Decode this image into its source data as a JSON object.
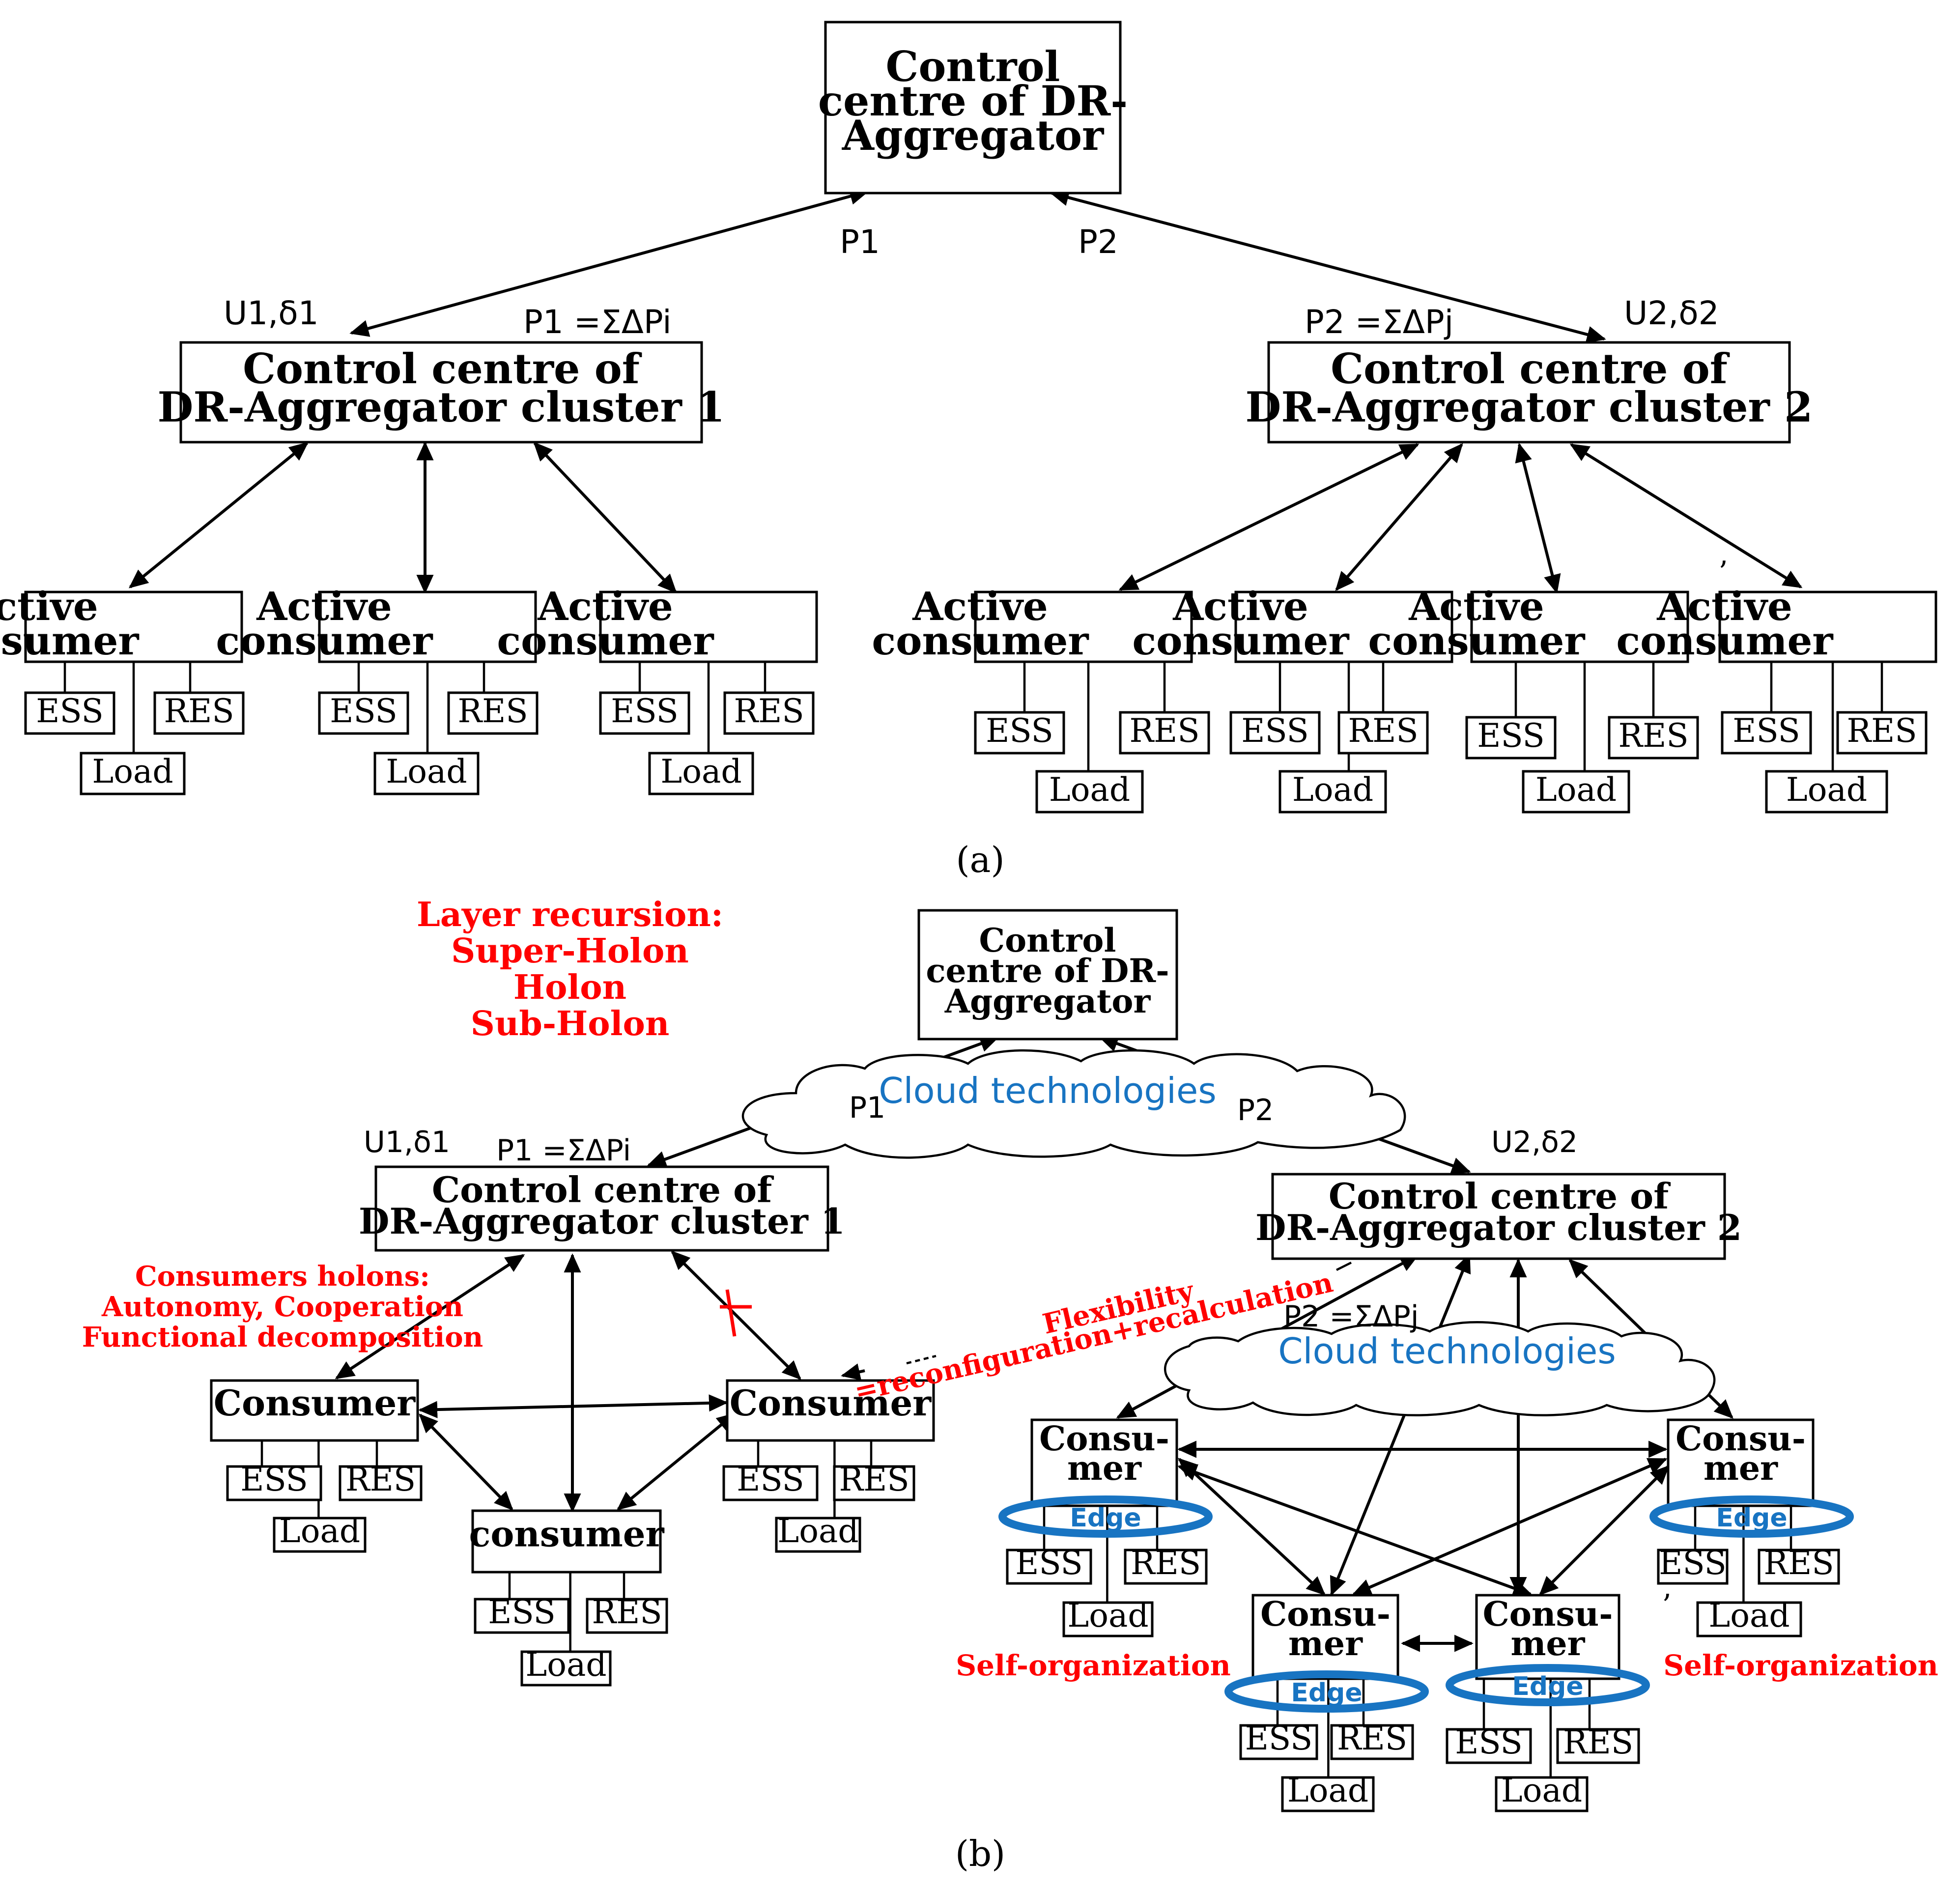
{
  "panel_a": {
    "top_lines": [
      "Control",
      "centre of DR-",
      "Aggregator"
    ],
    "p1": "P1",
    "p2": "P2",
    "u1": "U1,δ1",
    "u2": "U2,δ2",
    "p1_sum": "P1 =ΣΔPi",
    "p2_sum": "P2 =ΣΔPj",
    "cluster1": [
      "Control centre of",
      "DR-Aggregator cluster 1"
    ],
    "cluster2": [
      "Control centre of",
      "DR-Aggregator cluster 2"
    ],
    "consumer_lines": [
      "Active",
      "consumer"
    ],
    "ess": "ESS",
    "res": "RES",
    "load": "Load",
    "tick": "’",
    "caption": "(a)"
  },
  "panel_b": {
    "layer_lines": [
      "Layer recursion:",
      "Super-Holon",
      "Holon",
      "Sub-Holon"
    ],
    "top_lines": [
      "Control",
      "centre of DR-",
      "Aggregator"
    ],
    "cloud_label": "Cloud technologies",
    "p1": "P1",
    "p2": "P2",
    "u1": "U1,δ1",
    "u2": "U2,δ2",
    "p1_sum": "P1 =ΣΔPi",
    "p2_sum": "P2 =ΣΔPj",
    "cluster1": [
      "Control centre of",
      "DR-Aggregator cluster 1"
    ],
    "cluster2": [
      "Control centre of",
      "DR-Aggregator cluster 2"
    ],
    "holons_lines": [
      "Consumers holons:",
      "Autonomy, Cooperation",
      "Functional decomposition"
    ],
    "flexibility_lines": [
      "Flexibility",
      "=reconfiguration+recalculation"
    ],
    "consumer": "Consumer",
    "consumer_lower": "consumer",
    "consu_lines": [
      "Consu-",
      "mer"
    ],
    "edge": "Edge",
    "self_org": "Self-organization",
    "ess": "ESS",
    "res": "RES",
    "load": "Load",
    "tick": "’",
    "caption": "(b)"
  },
  "colors": {
    "red_text": "#ff0000",
    "blue_text": "#1874c2",
    "lines": "#000000"
  }
}
